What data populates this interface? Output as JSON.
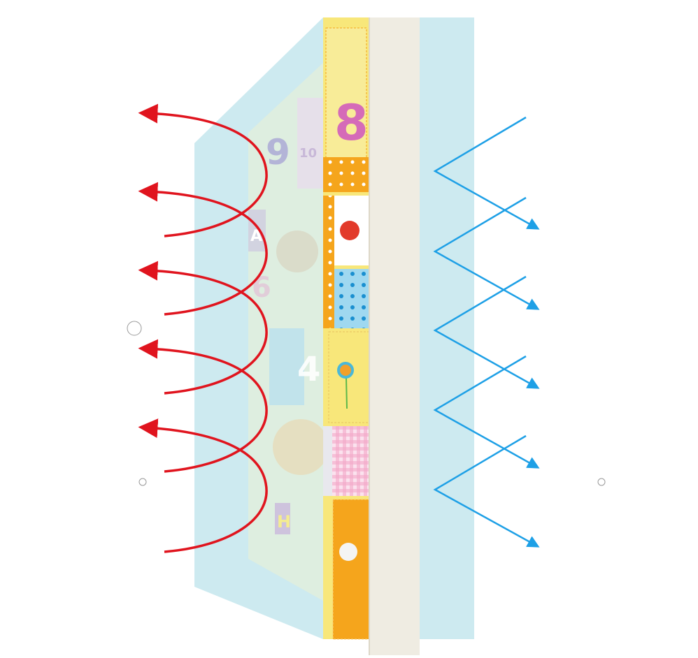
{
  "mat_labels": {
    "front_number": "8",
    "back_number_1": "9",
    "back_number_2": "10",
    "back_letter_1": "A",
    "back_number_3": "6",
    "back_number_4": "4",
    "back_letter_2": "H"
  },
  "colors": {
    "red_arrow": "#e0141e",
    "blue_arrow": "#1ea0e6",
    "glass": "#cdeaf0",
    "foam": "#efece2",
    "mat_yellow": "#f8e77a",
    "mat_orange": "#f5a51c"
  }
}
